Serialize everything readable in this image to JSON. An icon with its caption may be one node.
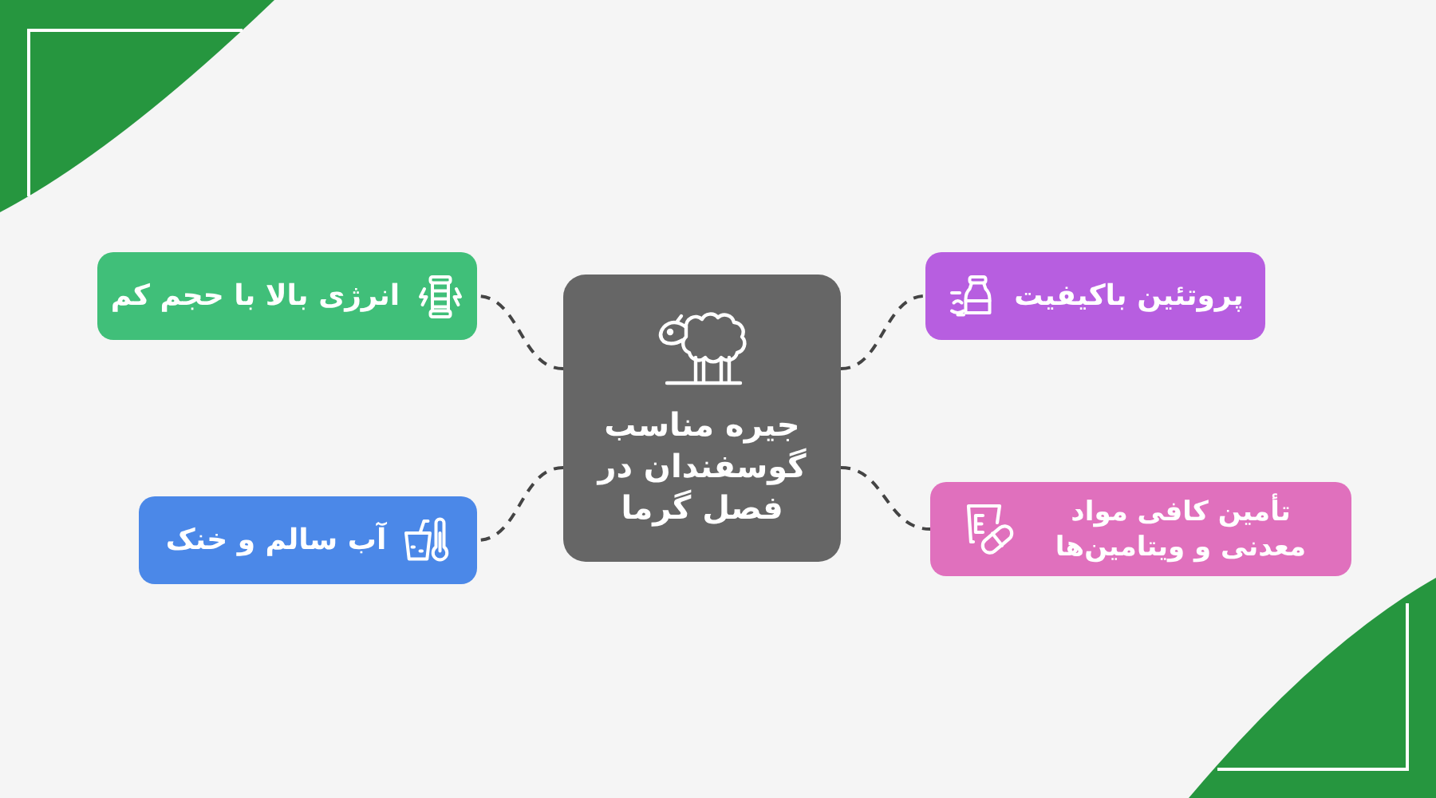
{
  "diagram": {
    "nodes": [
      {
        "text": [
          "جیره مناسب گوسفندان در فصل گرما"
        ]
      },
      {
        "text": [
          "پروتئین باکیفیت"
        ]
      },
      {
        "text": [
          "انرژی بالا با حجم کم"
        ]
      },
      {
        "text": [
          "تأمین کافی مواد معدنی و ویتامین‌ها"
        ]
      },
      {
        "text": [
          "آب سالم و خنک"
        ]
      }
    ],
    "edges": [
      {
        "from": 0,
        "to": 1,
        "arrow": "none",
        "style": "dashed"
      },
      {
        "from": 0,
        "to": 2,
        "arrow": "none",
        "style": "dashed"
      },
      {
        "from": 0,
        "to": 3,
        "arrow": "none",
        "style": "dashed"
      },
      {
        "from": 0,
        "to": 4,
        "arrow": "none",
        "style": "dashed"
      }
    ]
  }
}
